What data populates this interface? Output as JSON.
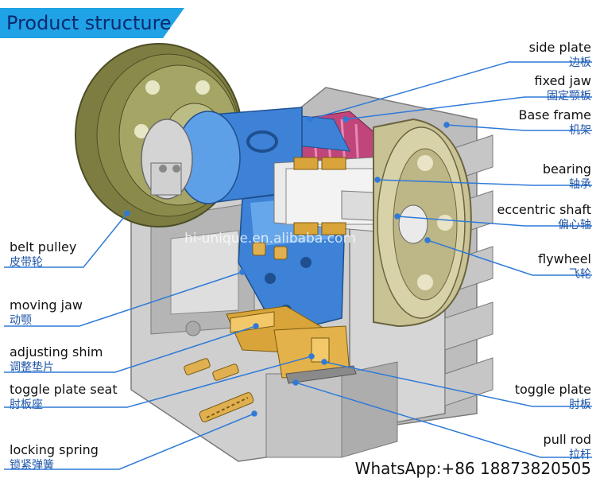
{
  "title": "Product structure",
  "watermark": "hi-unique.en.alibaba.com",
  "contact": "WhatsApp:+86 18873820505",
  "labels": {
    "side_plate": {
      "en": "side plate",
      "zh": "边板"
    },
    "fixed_jaw": {
      "en": "fixed jaw",
      "zh": "固定颚板"
    },
    "base_frame": {
      "en": "Base frame",
      "zh": "机架"
    },
    "bearing": {
      "en": "bearing",
      "zh": "轴承"
    },
    "eccentric_shaft": {
      "en": "eccentric shaft",
      "zh": "偏心轴"
    },
    "flywheel": {
      "en": "flywheel",
      "zh": "飞轮"
    },
    "toggle_plate": {
      "en": "toggle plate",
      "zh": "肘板"
    },
    "pull_rod": {
      "en": "pull rod",
      "zh": "拉杆"
    },
    "belt_pulley": {
      "en": "belt pulley",
      "zh": "皮带轮"
    },
    "moving_jaw": {
      "en": "moving jaw",
      "zh": "动颚"
    },
    "adjusting_shim": {
      "en": "adjusting shim",
      "zh": "调整垫片"
    },
    "toggle_plate_seat": {
      "en": "toggle plate seat",
      "zh": "肘板座"
    },
    "locking_spring": {
      "en": "locking spring",
      "zh": "锁紧弹簧"
    }
  },
  "colors": {
    "banner": "#1fa2e6",
    "frame": "#c9c9c9",
    "frame_dark": "#9a9a9a",
    "pulley": "#8a8a4a",
    "flywheel": "#c9c295",
    "jaw": "#3d82d6",
    "gold": "#d9a53a",
    "magenta": "#c0457a",
    "leader": "#2f7ad8"
  }
}
